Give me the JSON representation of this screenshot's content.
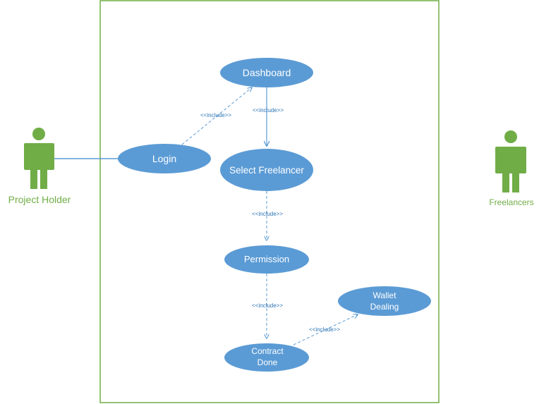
{
  "colors": {
    "actor": "#70ad47",
    "usecase_fill": "#5b9bd5",
    "usecase_text": "#ffffff",
    "boundary": "#70ad47",
    "connector": "#5b9bd5",
    "include_text": "#2e75b6"
  },
  "actors": {
    "project_holder": {
      "name": "Project Holder"
    },
    "freelancers": {
      "name": "Freelancers"
    }
  },
  "use_cases": {
    "dashboard": {
      "label": "Dashboard"
    },
    "login": {
      "label": "Login"
    },
    "select_freelancer": {
      "label": "Select Freelancer"
    },
    "permission": {
      "label": "Permission"
    },
    "wallet_dealing": {
      "line1": "Wallet",
      "line2": "Dealing"
    },
    "contract_done": {
      "line1": "Contract",
      "line2": "Done"
    }
  },
  "relations": {
    "login_dashboard": "<<include>>",
    "dashboard_select": "<<include>>",
    "select_permission": "<<include>>",
    "permission_contract": "<<include>>",
    "contract_wallet": "<<include>>"
  }
}
